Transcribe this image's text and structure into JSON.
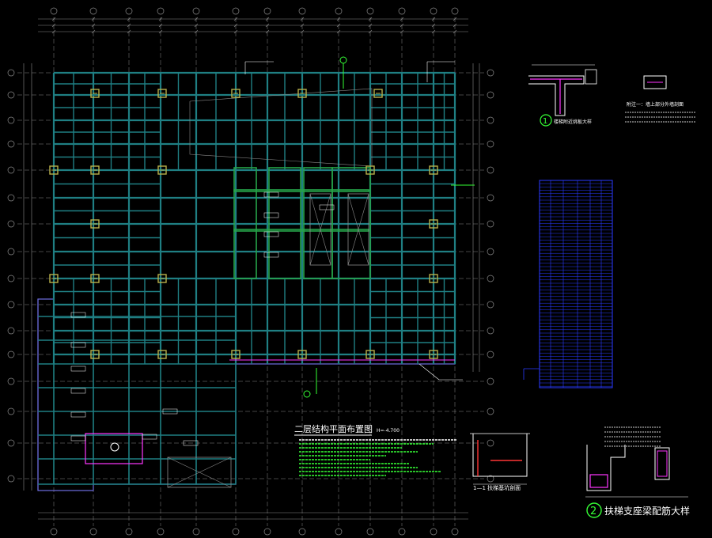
{
  "plan": {
    "title": "二层结构平面布置图",
    "scale_note": "H=-4.700"
  },
  "detail_1": {
    "number": "1",
    "caption": "楼梯附近挑板大样"
  },
  "detail_2": {
    "number": "2",
    "caption": "扶梯支座梁配筋大样"
  },
  "section": {
    "caption": "1—1 扶梯基坑剖面"
  },
  "notes_title": "附注一：墙上部分外墙剖面",
  "colors": {
    "background": "#000000",
    "grid": "#8a8a8a",
    "beam": "#1f7f83",
    "wall": "#26a44a",
    "column": "#b8b04a",
    "slab": "#6a6ad8",
    "text": "#ffffff",
    "note": "#35ff35",
    "highlight": "#ff35ff",
    "table": "#2a3aff"
  }
}
